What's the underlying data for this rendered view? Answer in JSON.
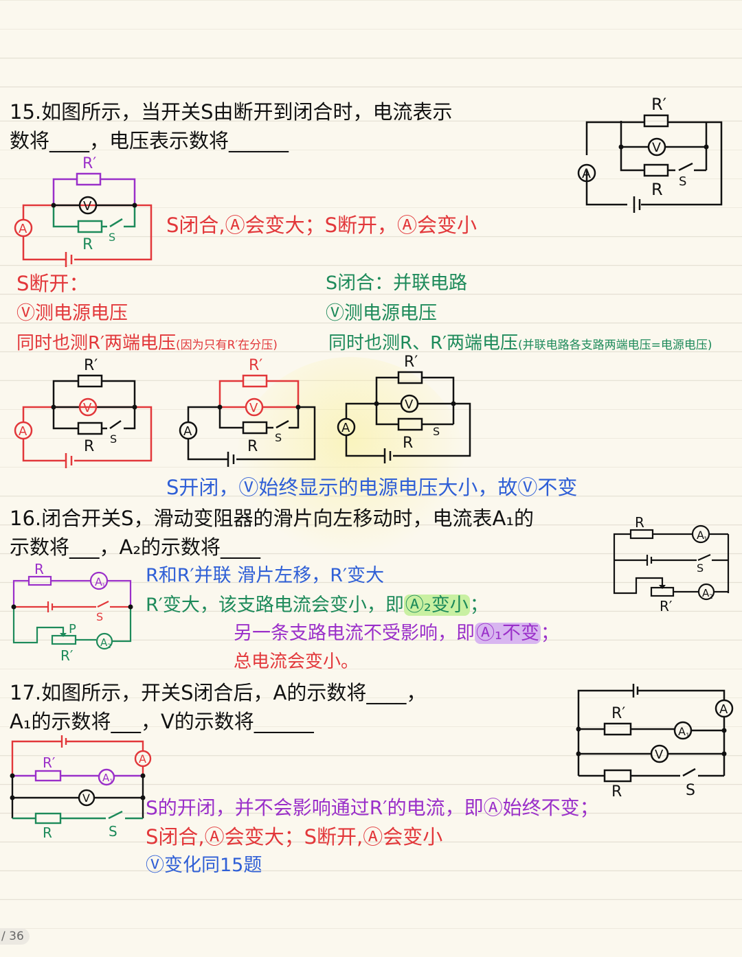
{
  "q15": {
    "line1": "15.如图所示，当开关S由断开到闭合时，电流表示",
    "line2": "数将____，电压表示数将______",
    "answer": "S闭合,Ⓐ会变大；S断开，Ⓐ会变小",
    "open_title": "S断开：",
    "open_v": "Ⓥ测电源电压",
    "open_also": "同时也测R′两端电压",
    "open_reason": "(因为只有R′在分压)",
    "closed_title": "S闭合：并联电路",
    "closed_v": "Ⓥ测电源电压",
    "closed_also": "同时也测R、R′两端电压",
    "closed_reason": "(并联电路各支路两端电压=电源电压)",
    "conclusion": "S开闭，Ⓥ始终显示的电源电压大小，故Ⓥ不变"
  },
  "q16": {
    "line1": "16.闭合开关S，滑动变阻器的滑片向左移动时，电流表A₁的",
    "line2": "示数将___，A₂的示数将____",
    "note1": "R和R′并联   滑片左移，R′变大",
    "note2a": "R′变大，该支路电流会变小，即",
    "note2b": "Ⓐ₂变小",
    "note2c": "；",
    "note3a": "另一条支路电流不受影响，即",
    "note3b": "Ⓐ₁不变",
    "note3c": "；",
    "note4": "总电流会变小。"
  },
  "q17": {
    "line1": "17.如图所示，开关S闭合后，A的示数将____，",
    "line2": "A₁的示数将___，V的示数将______",
    "note1": "S的开闭，并不会影响通过R′的电流，即Ⓐ始终不变；",
    "note2": "S闭合,Ⓐ会变大；S断开,Ⓐ会变小",
    "note3": "Ⓥ变化同15题"
  },
  "labels": {
    "r": "R",
    "rp": "R′",
    "s": "S",
    "a": "A",
    "v": "V",
    "p": "P",
    "a1": "A₁",
    "a2": "A₂",
    "a1sub": "1",
    "a2sub": "2"
  },
  "colors": {
    "black": "#111111",
    "red": "#e2373a",
    "green": "#1d8a5a",
    "blue": "#2f5fd6",
    "purple": "#9a2fc9"
  },
  "pager": {
    "text": "/ 36"
  }
}
